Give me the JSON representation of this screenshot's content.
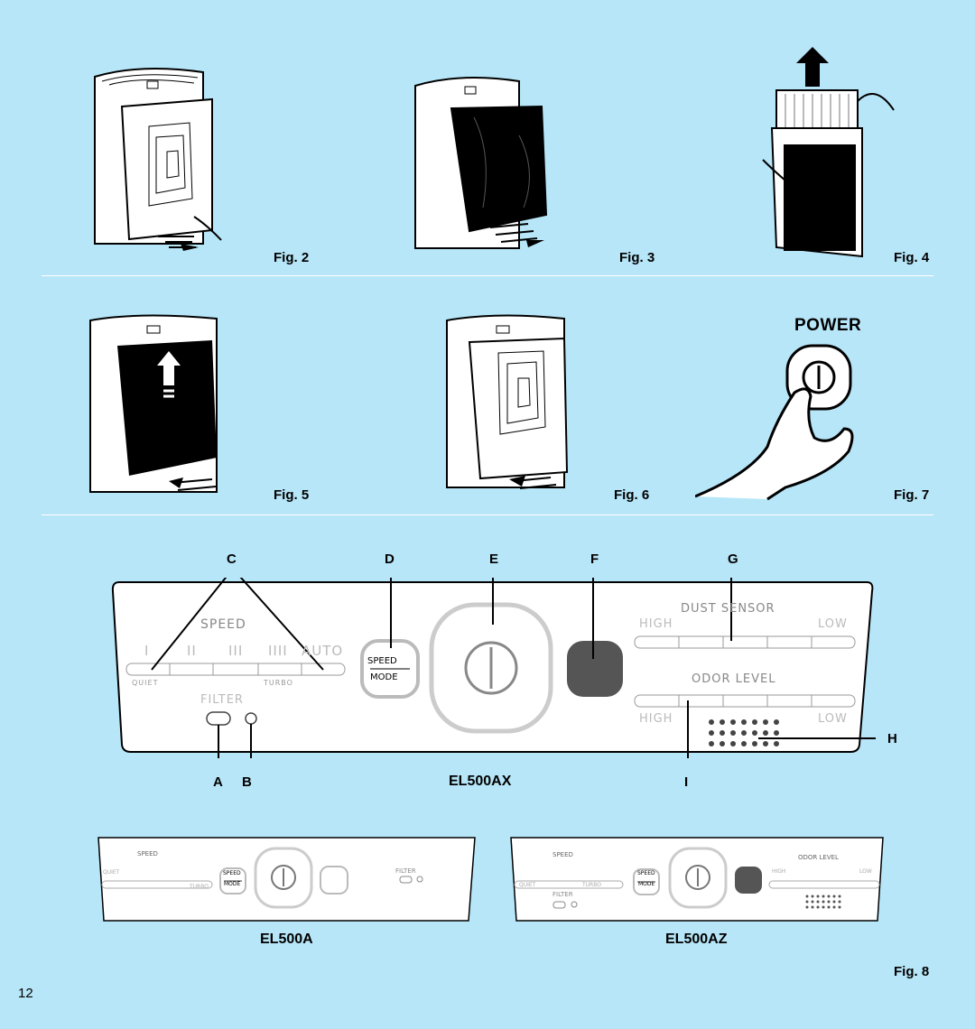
{
  "figures": {
    "fig2": "Fig. 2",
    "fig3": "Fig. 3",
    "fig4": "Fig. 4",
    "fig5": "Fig. 5",
    "fig6": "Fig. 6",
    "fig7": "Fig. 7",
    "fig8": "Fig. 8"
  },
  "power_label": "POWER",
  "callouts": {
    "a": "A",
    "b": "B",
    "c": "C",
    "d": "D",
    "e": "E",
    "f": "F",
    "g": "G",
    "h": "H",
    "i": "I"
  },
  "panel": {
    "speed_title": "SPEED",
    "speed_marks": [
      "I",
      "II",
      "III",
      "IIII",
      "AUTO"
    ],
    "quiet": "QUIET",
    "turbo": "TURBO",
    "filter": "FILTER",
    "btn_speed": "SPEED",
    "btn_mode": "MODE",
    "dust_sensor": "DUST SENSOR",
    "high": "HIGH",
    "low": "LOW",
    "odor_level": "ODOR LEVEL"
  },
  "models": {
    "main": "EL500AX",
    "a": "EL500A",
    "az": "EL500AZ"
  },
  "page_number": "12"
}
